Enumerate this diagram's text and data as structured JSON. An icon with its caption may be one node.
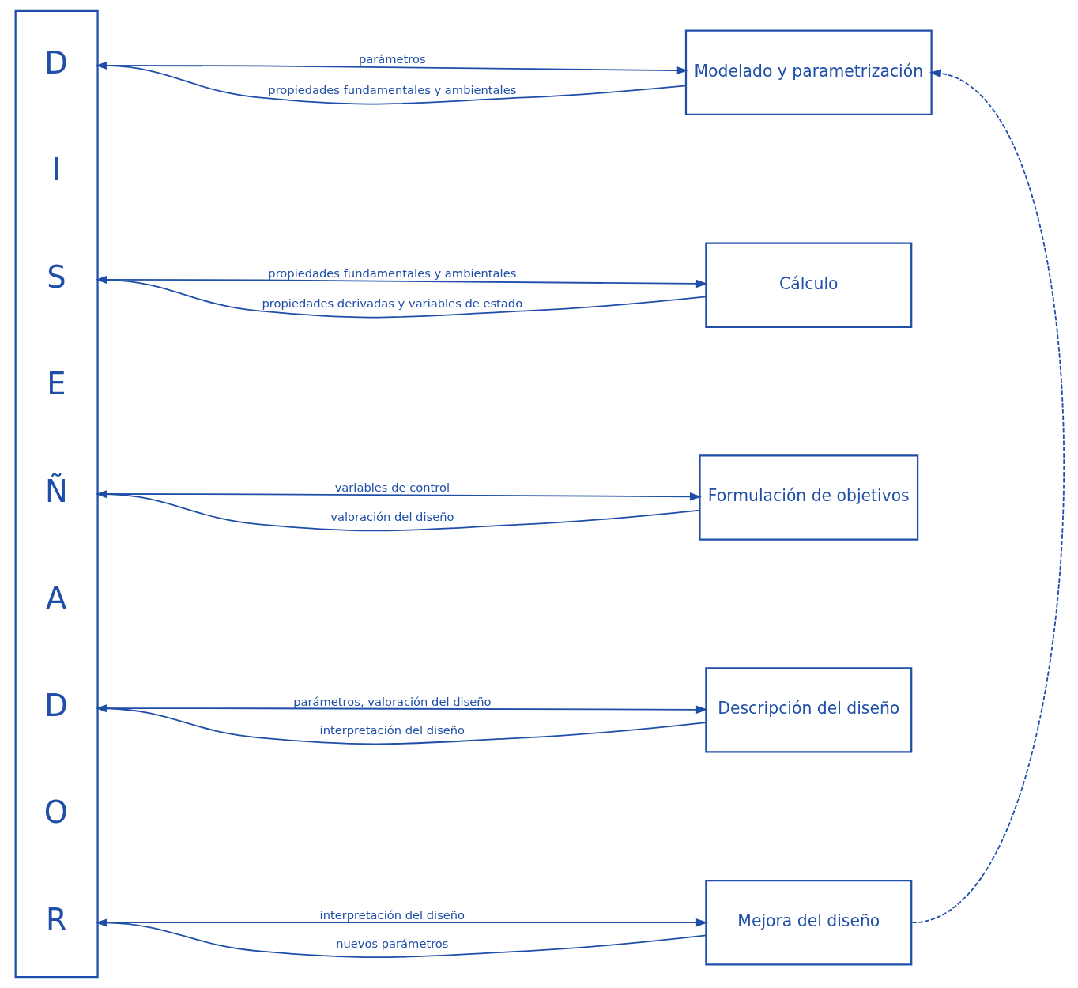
{
  "diagram": {
    "nodes": [
      {
        "text": [
          "DISEÑADOR"
        ]
      },
      {
        "text": [
          "Modelado y parametrización"
        ]
      },
      {
        "text": [
          "Cálculo"
        ]
      },
      {
        "text": [
          "Formulación de objetivos"
        ]
      },
      {
        "text": [
          "Descripción del diseño"
        ]
      },
      {
        "text": [
          "Mejora del diseño"
        ]
      }
    ],
    "edges": [
      {
        "from": 0,
        "to": 1,
        "arrow": "to",
        "label": "parámetros"
      },
      {
        "from": 1,
        "to": 0,
        "arrow": "to",
        "label": "propiedades fundamentales y ambientales"
      },
      {
        "from": 0,
        "to": 2,
        "arrow": "to",
        "label": "propiedades fundamentales y ambientales"
      },
      {
        "from": 2,
        "to": 0,
        "arrow": "to",
        "label": "propiedades derivadas y variables de estado"
      },
      {
        "from": 0,
        "to": 3,
        "arrow": "to",
        "label": "variables de control"
      },
      {
        "from": 3,
        "to": 0,
        "arrow": "to",
        "label": "valoración del diseño"
      },
      {
        "from": 0,
        "to": 4,
        "arrow": "to",
        "label": "parámetros, valoración del diseño"
      },
      {
        "from": 4,
        "to": 0,
        "arrow": "to",
        "label": "interpretación del diseño"
      },
      {
        "from": 0,
        "to": 5,
        "arrow": "to",
        "label": "interpretación del diseño"
      },
      {
        "from": 5,
        "to": 0,
        "arrow": "to",
        "label": "nuevos parámetros"
      },
      {
        "from": 5,
        "to": 1,
        "arrow": "to",
        "style": "dashed"
      }
    ]
  }
}
